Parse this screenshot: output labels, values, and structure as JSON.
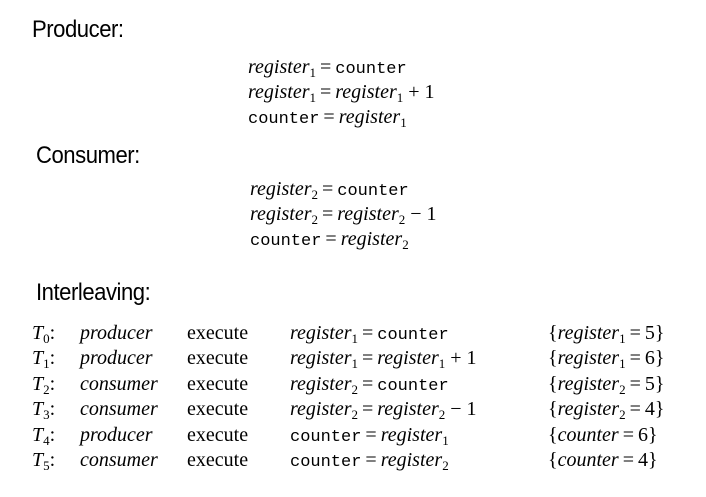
{
  "sections": {
    "producer": "Producer:",
    "consumer": "Consumer:",
    "interleaving": "Interleaving:"
  },
  "producer_lines": [
    {
      "lhs": "register",
      "lhs_sub": "1",
      "op": "=",
      "rhs_code": "counter"
    },
    {
      "lhs": "register",
      "lhs_sub": "1",
      "op": "=",
      "rhs": "register",
      "rhs_sub": "1",
      "tail": "+ 1"
    },
    {
      "lhs_code": "counter",
      "op": "=",
      "rhs": "register",
      "rhs_sub": "1"
    }
  ],
  "consumer_lines": [
    {
      "lhs": "register",
      "lhs_sub": "2",
      "op": "=",
      "rhs_code": "counter"
    },
    {
      "lhs": "register",
      "lhs_sub": "2",
      "op": "=",
      "rhs": "register",
      "rhs_sub": "2",
      "tail": "− 1"
    },
    {
      "lhs_code": "counter",
      "op": "=",
      "rhs": "register",
      "rhs_sub": "2"
    }
  ],
  "interleaving": [
    {
      "t": "T",
      "t_sub": "0",
      "who": "producer",
      "action": "execute",
      "eq": {
        "lhs": "register",
        "lhs_sub": "1",
        "rhs_code": "counter"
      },
      "state": {
        "var": "register",
        "var_sub": "1",
        "val": "5"
      }
    },
    {
      "t": "T",
      "t_sub": "1",
      "who": "producer",
      "action": "execute",
      "eq": {
        "lhs": "register",
        "lhs_sub": "1",
        "rhs": "register",
        "rhs_sub": "1",
        "tail": "+ 1"
      },
      "state": {
        "var": "register",
        "var_sub": "1",
        "val": "6"
      }
    },
    {
      "t": "T",
      "t_sub": "2",
      "who": "consumer",
      "action": "execute",
      "eq": {
        "lhs": "register",
        "lhs_sub": "2",
        "rhs_code": "counter"
      },
      "state": {
        "var": "register",
        "var_sub": "2",
        "val": "5"
      }
    },
    {
      "t": "T",
      "t_sub": "3",
      "who": "consumer",
      "action": "execute",
      "eq": {
        "lhs": "register",
        "lhs_sub": "2",
        "rhs": "register",
        "rhs_sub": "2",
        "tail": "− 1"
      },
      "state": {
        "var": "register",
        "var_sub": "2",
        "val": "4"
      }
    },
    {
      "t": "T",
      "t_sub": "4",
      "who": "producer",
      "action": "execute",
      "eq": {
        "lhs_code": "counter",
        "rhs": "register",
        "rhs_sub": "1"
      },
      "state": {
        "var": "counter",
        "val": "6"
      }
    },
    {
      "t": "T",
      "t_sub": "5",
      "who": "consumer",
      "action": "execute",
      "eq": {
        "lhs_code": "counter",
        "rhs": "register",
        "rhs_sub": "2"
      },
      "state": {
        "var": "counter",
        "val": "4"
      }
    }
  ]
}
